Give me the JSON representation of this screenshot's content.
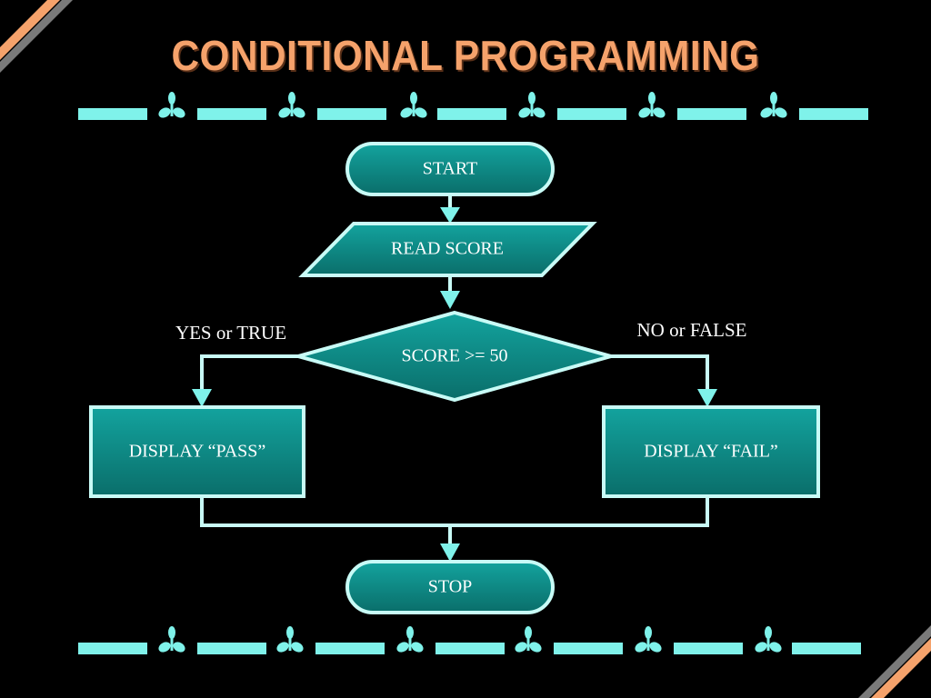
{
  "title": "CONDITIONAL PROGRAMMING",
  "colors": {
    "background": "#000000",
    "title": "#f5a26b",
    "accent": "#7ff2ea",
    "node_fill": "#0e8a86",
    "node_stroke": "#c8fbf6",
    "corner": "#f5a26b"
  },
  "flowchart": {
    "start": "START",
    "input": "READ SCORE",
    "decision": "SCORE >= 50",
    "yes_label": "YES or TRUE",
    "no_label": "NO or FALSE",
    "yes_action": "DISPLAY “PASS”",
    "no_action": "DISPLAY “FAIL”",
    "stop": "STOP"
  },
  "decoration": {
    "border_icon": "leaf-sprig-icon",
    "corner_icon": "diagonal-stripe-icon"
  }
}
